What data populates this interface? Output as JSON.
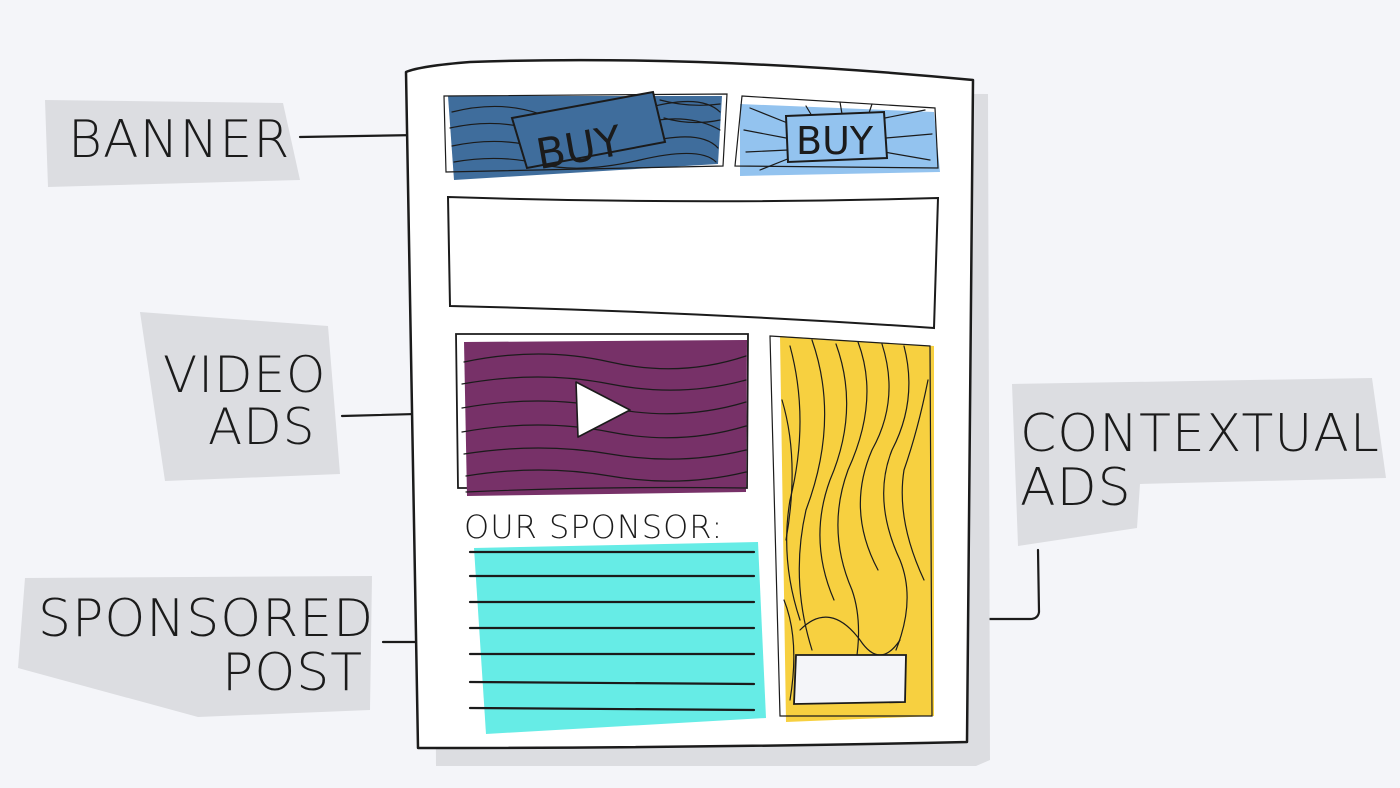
{
  "labels": {
    "banner": "BANNER",
    "video_line1": "VIDEO",
    "video_line2": "ADS",
    "sponsored_line1": "SPONSORED",
    "sponsored_line2": "POST",
    "contextual_line1": "CONTEXTUAL",
    "contextual_line2": "ADS"
  },
  "page": {
    "banner_left_button": "BUY",
    "banner_right_button": "BUY",
    "sponsor_heading": "OUR SPONSOR:"
  },
  "colors": {
    "background": "#f4f5f9",
    "label_box": "#dcdde1",
    "banner_dark": "#3f6d9c",
    "banner_light": "#93c3ef",
    "video": "#773168",
    "sponsored": "#66ece6",
    "contextual": "#f7d040"
  },
  "icons": {
    "video_play": "play-icon"
  }
}
